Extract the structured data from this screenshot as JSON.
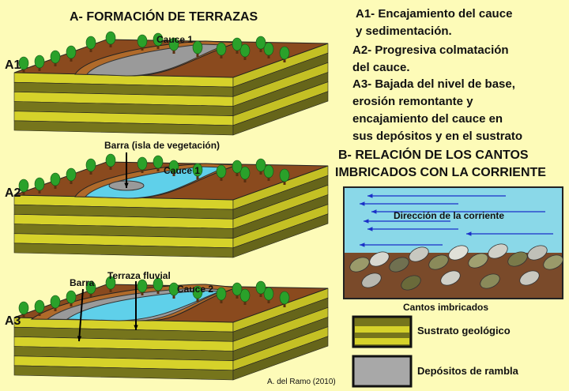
{
  "section_a": {
    "title": "A- FORMACIÓN DE TERRAZAS",
    "stages": [
      {
        "id": "A1",
        "labels": [
          "Cauce 1"
        ]
      },
      {
        "id": "A2",
        "labels": [
          "Barra (isla de vegetación)",
          "Cauce 1"
        ]
      },
      {
        "id": "A3",
        "labels": [
          "Barra",
          "Terraza fluvial",
          "Cauce 2"
        ]
      }
    ],
    "descriptions": [
      "A1- Encajamiento del cauce",
      "y sedimentación.",
      "A2- Progresiva colmatación",
      "del cauce.",
      "A3- Bajada del nivel de base,",
      "erosión remontante y",
      "encajamiento del cauce en",
      "sus depósitos y en el sustrato"
    ]
  },
  "section_b": {
    "title_line1": "B- RELACIÓN DE LOS CANTOS",
    "title_line2": "IMBRICADOS CON LA CORRIENTE",
    "current_label": "Dirección de la corriente",
    "caption": "Cantos imbricados"
  },
  "legend": [
    {
      "label": "Sustrato geológico",
      "pattern": "stripes"
    },
    {
      "label": "Depósitos de rambla",
      "pattern": "grey-speckle"
    }
  ],
  "credit": "A. del Ramo (2010)",
  "colors": {
    "background": "#fdfbb8",
    "soil": "#8a4a1e",
    "yellow_layer": "#d6d22a",
    "olive_layer": "#76751c",
    "water": "#5fd0ea",
    "deposit": "#9a9a9a",
    "tree": "#2aa12a",
    "arrow_blue": "#1a2fc8"
  }
}
